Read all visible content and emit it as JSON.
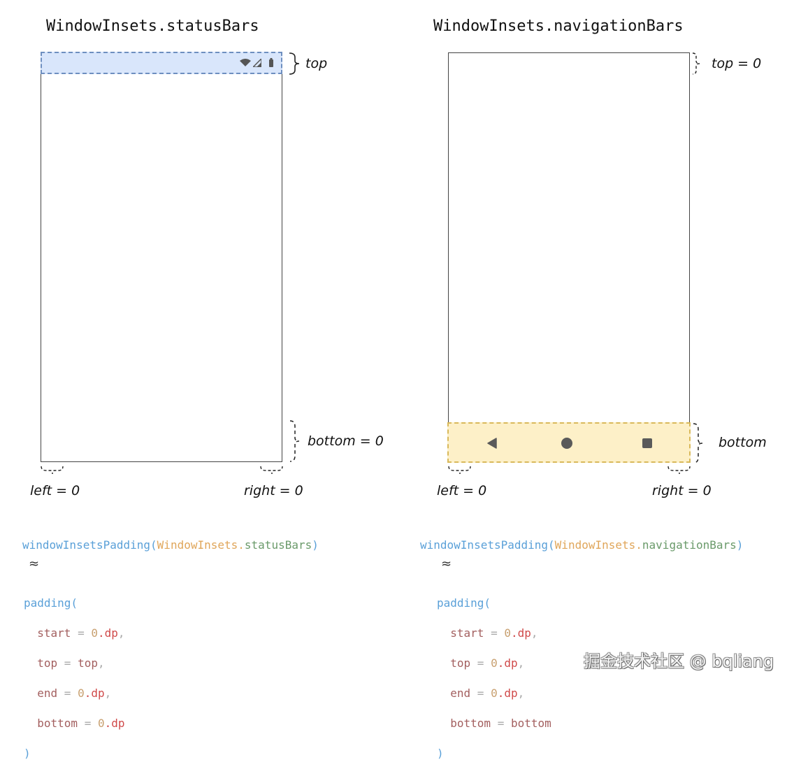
{
  "left_panel": {
    "title": "WindowInsets.statusBars",
    "labels": {
      "top": "top",
      "bottom": "bottom = 0",
      "left": "left = 0",
      "right": "right = 0"
    },
    "status_icons": [
      "wifi-icon",
      "cellular-signal-icon",
      "battery-icon"
    ],
    "highlight_color": "#d9e6fb",
    "highlight_border": "#6e8fc0",
    "code": {
      "call_fn": "windowInsetsPadding",
      "call_open": "(",
      "call_class": "WindowInsets",
      "call_dot": ".",
      "call_prop": "statusBars",
      "call_close": ")",
      "approx": "≈",
      "padding_fn": "padding(",
      "lines": [
        {
          "param": "start",
          "eq": " = ",
          "num": "0",
          "unit": ".dp",
          "sep": ","
        },
        {
          "param": "top",
          "eq": " = ",
          "value": "top",
          "sep": ","
        },
        {
          "param": "end",
          "eq": " = ",
          "num": "0",
          "unit": ".dp",
          "sep": ","
        },
        {
          "param": "bottom",
          "eq": " = ",
          "num": "0",
          "unit": ".dp",
          "sep": ""
        }
      ],
      "close": ")"
    }
  },
  "right_panel": {
    "title": "WindowInsets.navigationBars",
    "labels": {
      "top": "top = 0",
      "bottom": "bottom",
      "left": "left = 0",
      "right": "right = 0"
    },
    "nav_icons": [
      "back-triangle-icon",
      "home-circle-icon",
      "recents-square-icon"
    ],
    "highlight_color": "#fdf0c8",
    "highlight_border": "#d9b95a",
    "code": {
      "call_fn": "windowInsetsPadding",
      "call_open": "(",
      "call_class": "WindowInsets",
      "call_dot": ".",
      "call_prop": "navigationBars",
      "call_close": ")",
      "approx": "≈",
      "padding_fn": "padding(",
      "lines": [
        {
          "param": "start",
          "eq": " = ",
          "num": "0",
          "unit": ".dp",
          "sep": ","
        },
        {
          "param": "top",
          "eq": " = ",
          "num": "0",
          "unit": ".dp",
          "sep": ","
        },
        {
          "param": "end",
          "eq": " = ",
          "num": "0",
          "unit": ".dp",
          "sep": ","
        },
        {
          "param": "bottom",
          "eq": " = ",
          "value": "bottom",
          "sep": ""
        }
      ],
      "close": ")"
    }
  },
  "watermark": "掘金技术社区 @ bqliang"
}
